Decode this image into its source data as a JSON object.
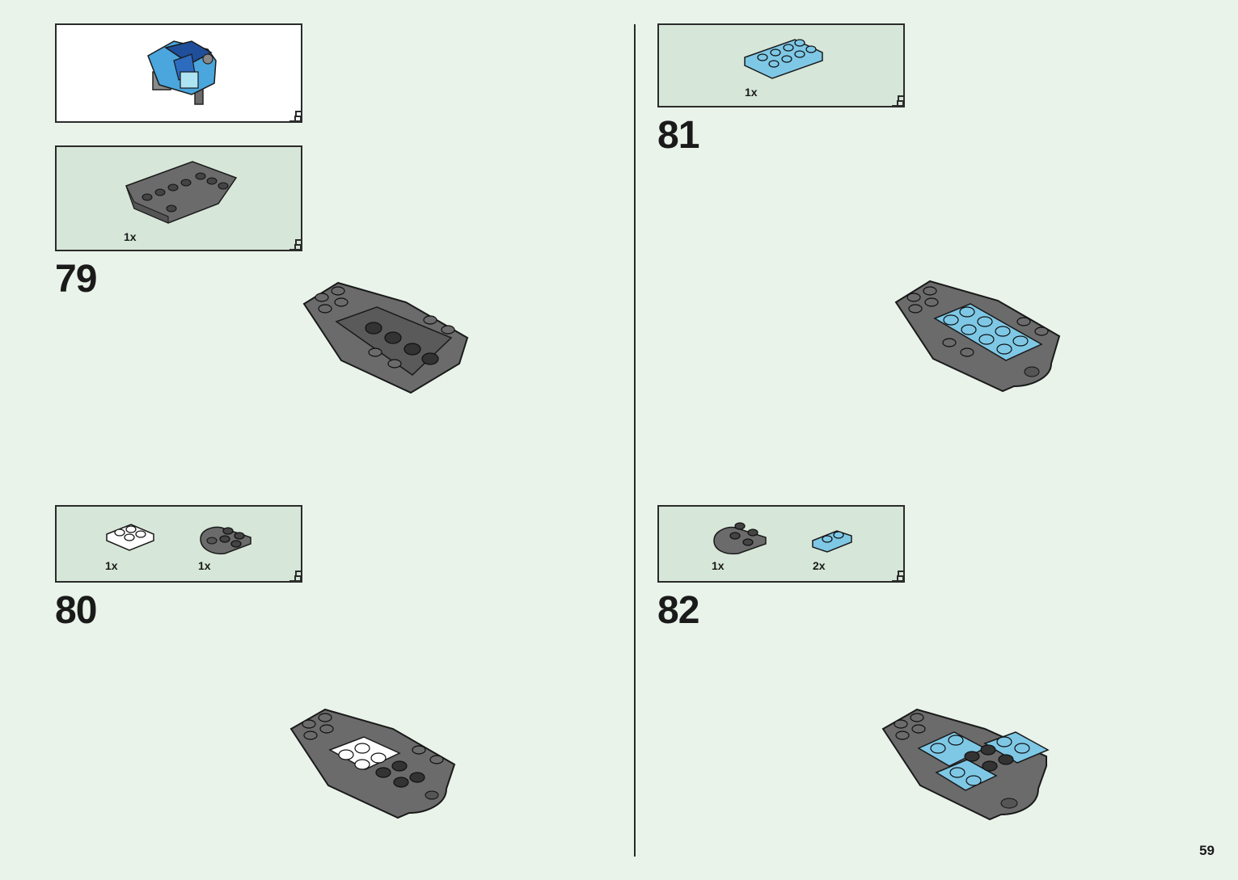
{
  "page": {
    "number": "59"
  },
  "colors": {
    "background": "#e9f3ea",
    "callout_bg": "#d6e6d8",
    "dark_grey": "#6b6b6b",
    "medium_azure": "#7ec8e6",
    "dark_blue": "#1f4f9a",
    "white": "#ffffff"
  },
  "subassembly": {
    "icon": "subassembly-preview"
  },
  "steps": [
    {
      "number": "79",
      "parts": [
        {
          "qty": "1x",
          "part": "wedge-plate-dark-grey"
        }
      ]
    },
    {
      "number": "80",
      "parts": [
        {
          "qty": "1x",
          "part": "plate-2x2-white"
        },
        {
          "qty": "1x",
          "part": "round-plate-dark-grey"
        }
      ]
    },
    {
      "number": "81",
      "parts": [
        {
          "qty": "1x",
          "part": "plate-2x4-medium-azure"
        }
      ]
    },
    {
      "number": "82",
      "parts": [
        {
          "qty": "1x",
          "part": "round-plate-dark-grey"
        },
        {
          "qty": "2x",
          "part": "plate-1x2-medium-azure"
        }
      ]
    }
  ]
}
